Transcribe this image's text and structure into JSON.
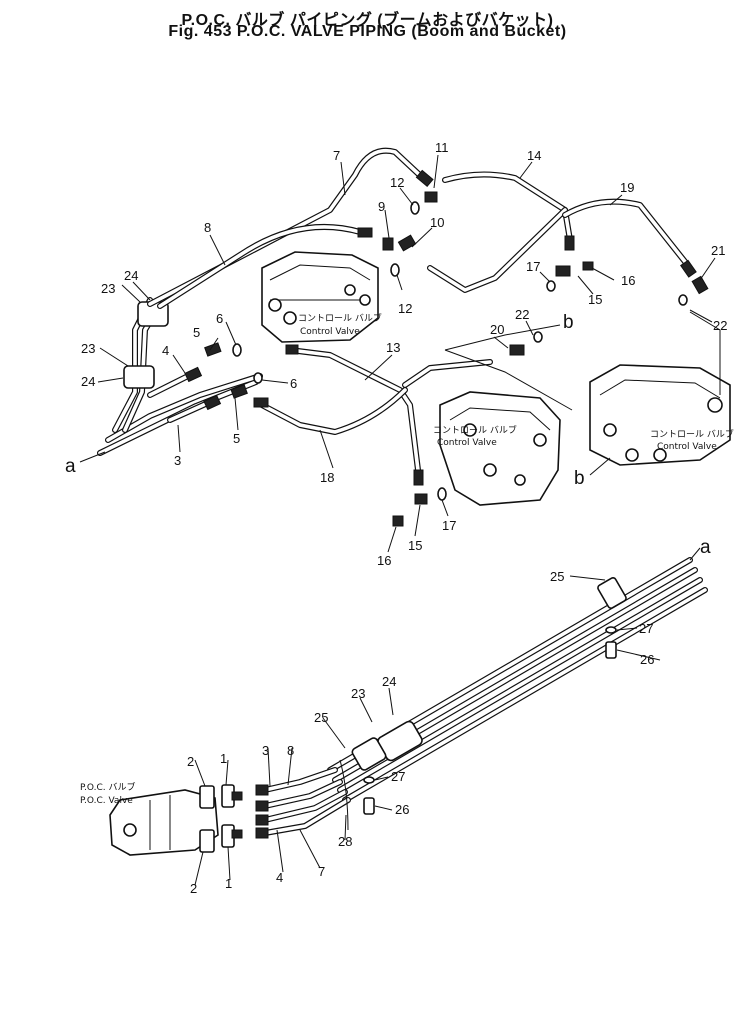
{
  "title": {
    "line1": "P.O.C. バルブ パイピング (ブームおよびバケット)",
    "line2": "Fig. 453 P.O.C. VALVE PIPING (Boom and Bucket)"
  },
  "captions": {
    "control_valve_jp": "コントロール バルブ",
    "control_valve_en": "Control Valve",
    "poc_valve_jp": "P.O.C. バルブ",
    "poc_valve_en": "P.O.C. Valve"
  },
  "letters": {
    "a": "a",
    "b": "b"
  },
  "callouts": {
    "n1": "1",
    "n2": "2",
    "n3": "3",
    "n4": "4",
    "n5": "5",
    "n6": "6",
    "n7": "7",
    "n8": "8",
    "n9": "9",
    "n10": "10",
    "n11": "11",
    "n12": "12",
    "n13": "13",
    "n14": "14",
    "n15": "15",
    "n16": "16",
    "n17": "17",
    "n18": "18",
    "n19": "19",
    "n20": "20",
    "n21": "21",
    "n22": "22",
    "n23": "23",
    "n24": "24",
    "n25": "25",
    "n26": "26",
    "n27": "27",
    "n28": "28"
  }
}
